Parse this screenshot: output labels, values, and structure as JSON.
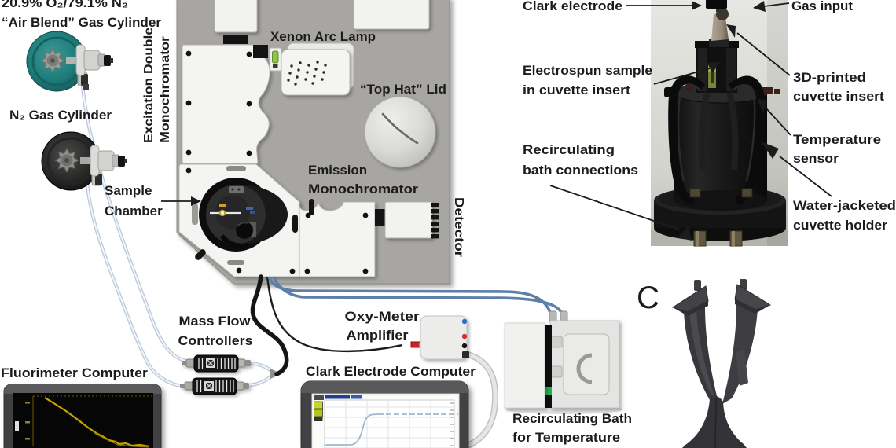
{
  "figure": {
    "type": "experimental-setup-diagram",
    "panel_c_label": "C"
  },
  "colors": {
    "background": "#ffffff",
    "instrument_gray": "#a8a6a3",
    "housing_white": "#f4f4f2",
    "teal_cylinder": "#1f7f7c",
    "n2_cylinder": "#2d2d2d",
    "pale_gas_tube": "#c9d5e4",
    "water_tube_blue": "#5d7fa8",
    "cable_black": "#151515",
    "green_indicator": "#8dc63f",
    "bath_green_led": "#21b14b",
    "screen_trace_yellow": "#c8a400",
    "screen_trace_blue": "#9fb8cf",
    "label_text": "#1c1c1c"
  },
  "left": {
    "air_blend_line1": "20.9% O₂/79.1% N₂",
    "air_blend_line2": "“Air Blend” Gas Cylinder",
    "n2_label": "N₂ Gas Cylinder",
    "sample_chamber_line1": "Sample",
    "sample_chamber_line2": "Chamber"
  },
  "instrument": {
    "excitation_label_line1": "Excitation Double",
    "excitation_label_line2": "Monochromator",
    "xenon_label": "Xenon Arc Lamp",
    "top_hat_label": "“Top Hat” Lid",
    "emission_label_line1": "Emission",
    "emission_label_line2": "Monochromator",
    "detector_label": "Detector"
  },
  "bottom": {
    "mass_flow_line1": "Mass Flow",
    "mass_flow_line2": "Controllers",
    "oxy_meter_line1": "Oxy-Meter",
    "oxy_meter_line2": "Amplifier",
    "clark_computer_label": "Clark Electrode Computer",
    "fluorimeter_computer_label": "Fluorimeter Computer",
    "bath_line1": "Recirculating Bath",
    "bath_line2": "for Temperature"
  },
  "photo": {
    "clark_electrode": "Clark electrode",
    "gas_input": "Gas input",
    "electrospun_line1": "Electrospun sample",
    "electrospun_line2": "in cuvette insert",
    "printed_line1": "3D-printed",
    "printed_line2": "cuvette insert",
    "temperature_line1": "Temperature",
    "temperature_line2": "sensor",
    "recirculating_line1": "Recirculating",
    "recirculating_line2": "bath connections",
    "water_jacketed_line1": "Water-jacketed",
    "water_jacketed_line2": "cuvette holder"
  }
}
